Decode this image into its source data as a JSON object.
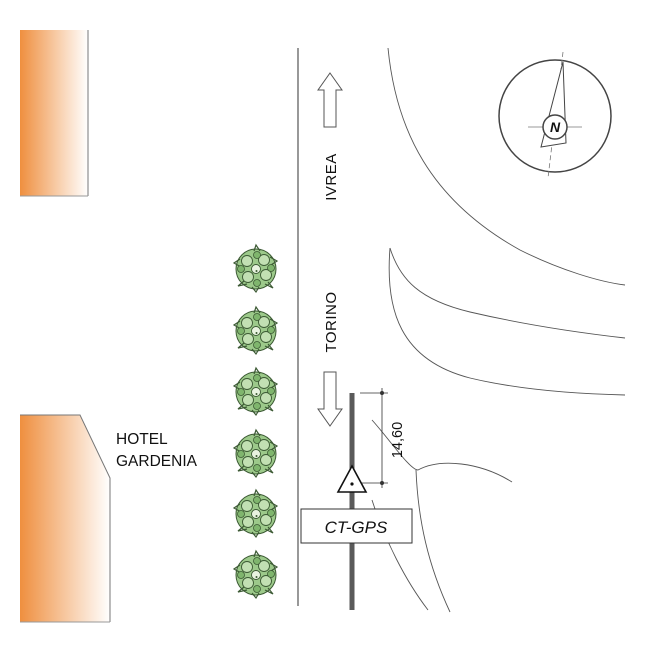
{
  "directions": {
    "north_road": "IVREA",
    "south_road": "TORINO"
  },
  "hotel": {
    "line1": "HOTEL",
    "line2": "GARDENIA"
  },
  "station": {
    "label": "CT-GPS"
  },
  "dimension": {
    "value": "14,60"
  },
  "compass": {
    "label": "N"
  },
  "colors": {
    "building": "#ef8f3f",
    "building_fade": "#ffffff",
    "tree_leaf": "#9cc98a",
    "tree_outline": "#3c5a34",
    "line": "#555555",
    "stake": "#5a5a5a"
  },
  "icons": {
    "tree": "tree-icon",
    "arrow": "direction-arrow-icon",
    "survey_point": "triangle-survey-marker-icon",
    "compass": "compass-rose-icon"
  },
  "tree_count": 6
}
